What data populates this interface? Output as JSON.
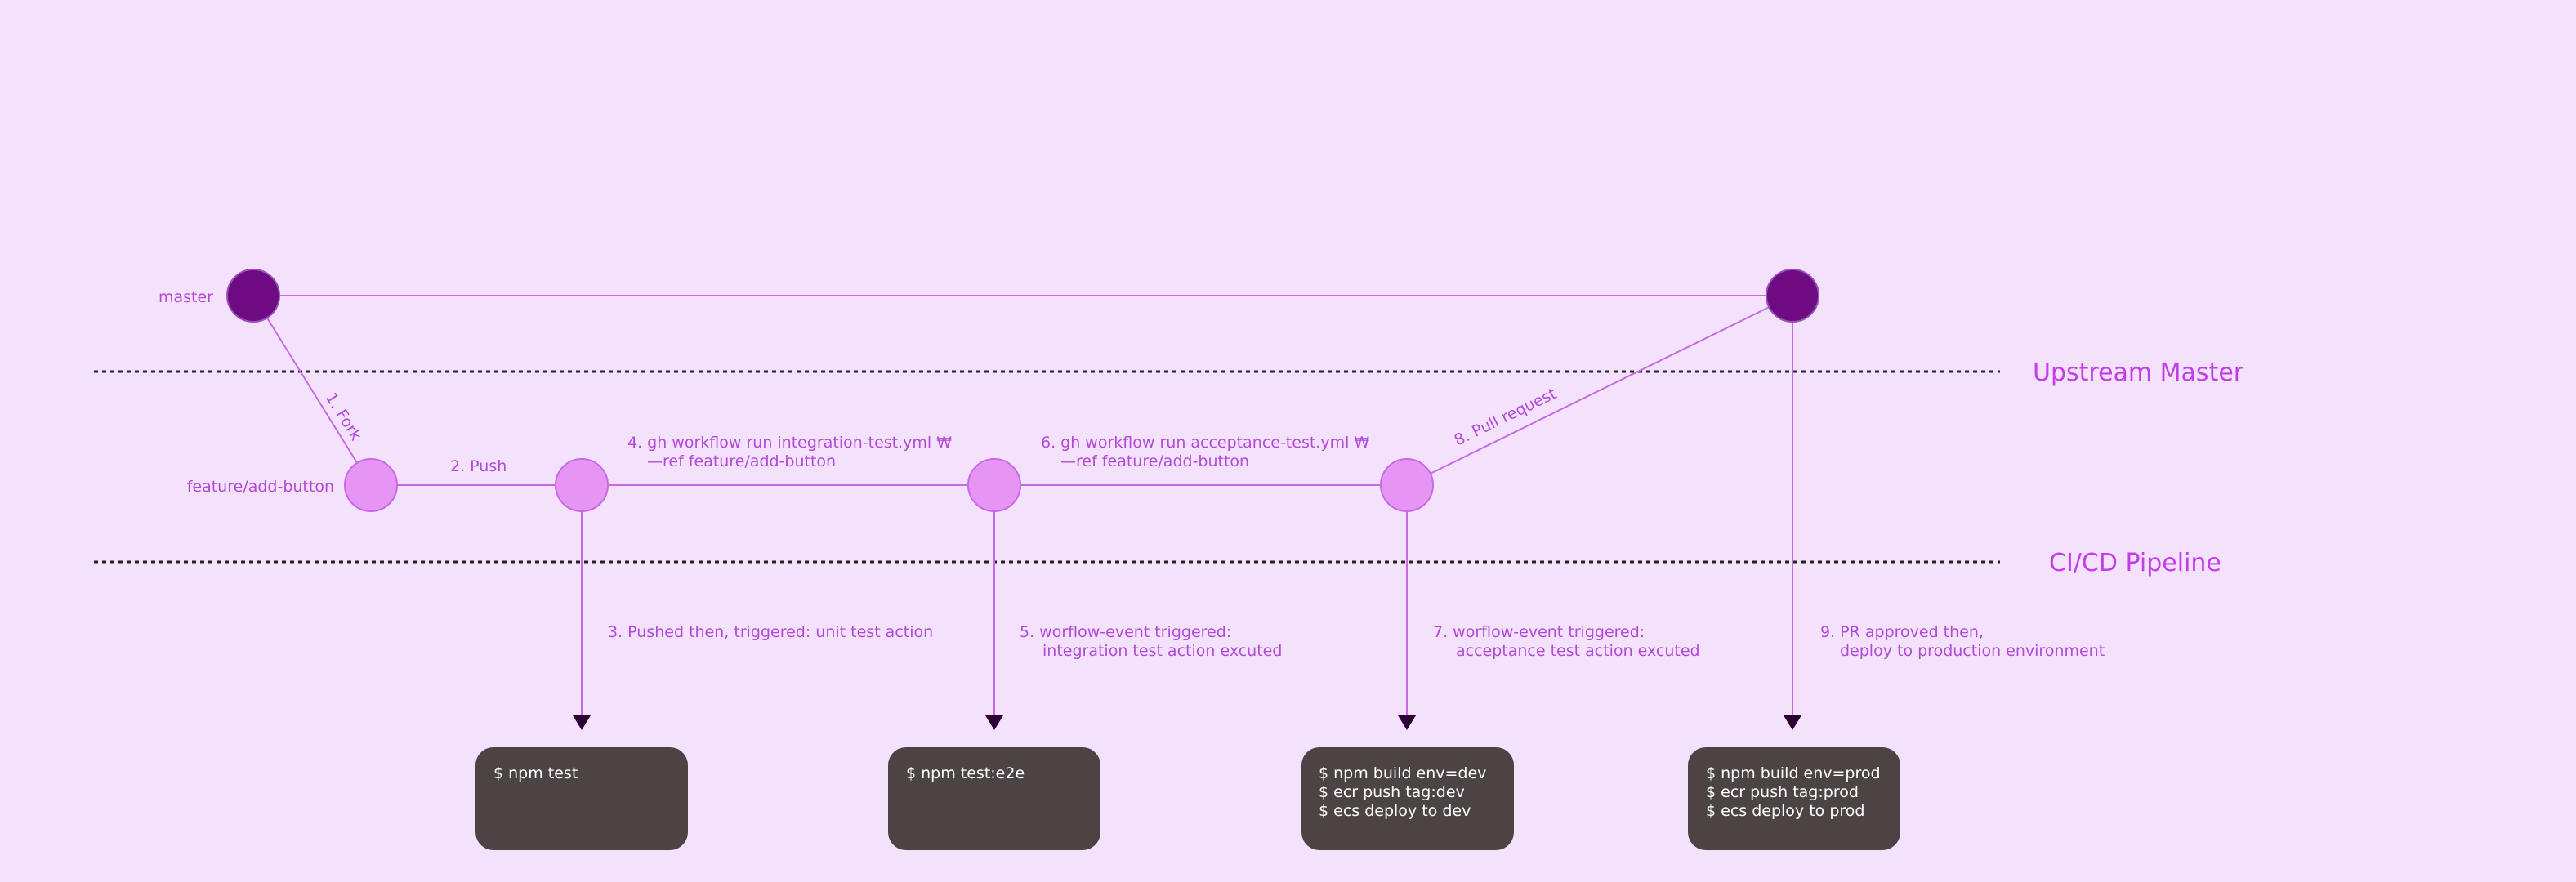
{
  "sections": {
    "upstream": "Upstream Master",
    "pipeline": "CI/CD Pipeline"
  },
  "branches": {
    "master": "master",
    "feature": "feature/add-button"
  },
  "edges": {
    "fork": "1. Fork",
    "push": "2. Push",
    "step4": [
      "4. gh workflow run integration-test.yml ₩",
      "—ref feature/add-button"
    ],
    "step6": [
      "6. gh workflow run acceptance-test.yml ₩",
      "—ref feature/add-button"
    ],
    "pull_request": "8. Pull request"
  },
  "triggers": {
    "step3": [
      "3. Pushed then, triggered: unit test action"
    ],
    "step5": [
      "5. worflow-event triggered:",
      "integration test action excuted"
    ],
    "step7": [
      "7. worflow-event triggered:",
      "acceptance test action excuted"
    ],
    "step9": [
      "9. PR approved then,",
      "deploy to production environment"
    ]
  },
  "boxes": [
    [
      "$ npm test"
    ],
    [
      "$ npm test:e2e"
    ],
    [
      "$ npm build env=dev",
      "$ ecr push tag:dev",
      "$ ecs deploy to dev"
    ],
    [
      "$ npm build env=prod",
      "$ ecr push tag:prod",
      "$ ecs deploy to prod"
    ]
  ],
  "colors": {
    "background": "#f4e2fc",
    "master_node": "#6e0a82",
    "feature_node": "#e695f5",
    "text": "#b24ad8",
    "box": "#4c4444"
  }
}
